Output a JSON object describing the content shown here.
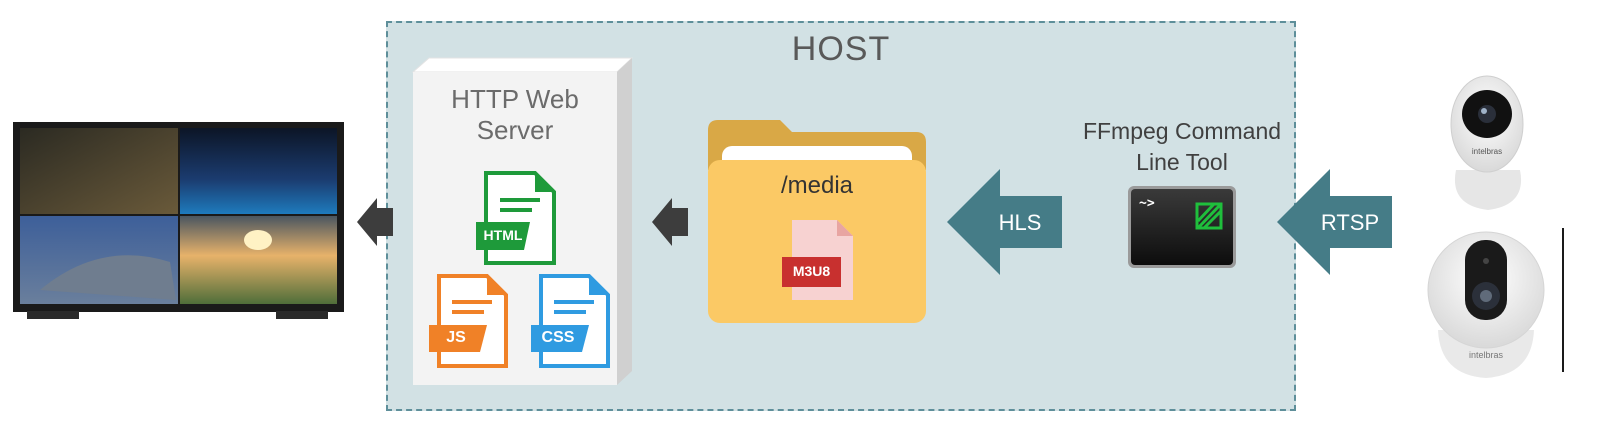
{
  "host": {
    "title": "HOST"
  },
  "server": {
    "label": "HTTP Web Server",
    "files": [
      "HTML",
      "JS",
      "CSS"
    ]
  },
  "media": {
    "label": "/media",
    "file": "M3U8"
  },
  "ffmpeg": {
    "label": "FFmpeg Command Line Tool",
    "prompt": "~>"
  },
  "arrows": {
    "hls": "HLS",
    "rtsp": "RTSP"
  },
  "camera_brand": "intelbras",
  "colors": {
    "host_bg": "#d2e1e4",
    "host_border": "#5e8f9a",
    "big_arrow": "#457c87",
    "small_arrow": "#3d3d3d",
    "folder": "#fbc965",
    "html": "#1e9a3a",
    "js": "#f08127",
    "css": "#2f9be1",
    "m3u8": "#c8302f"
  }
}
